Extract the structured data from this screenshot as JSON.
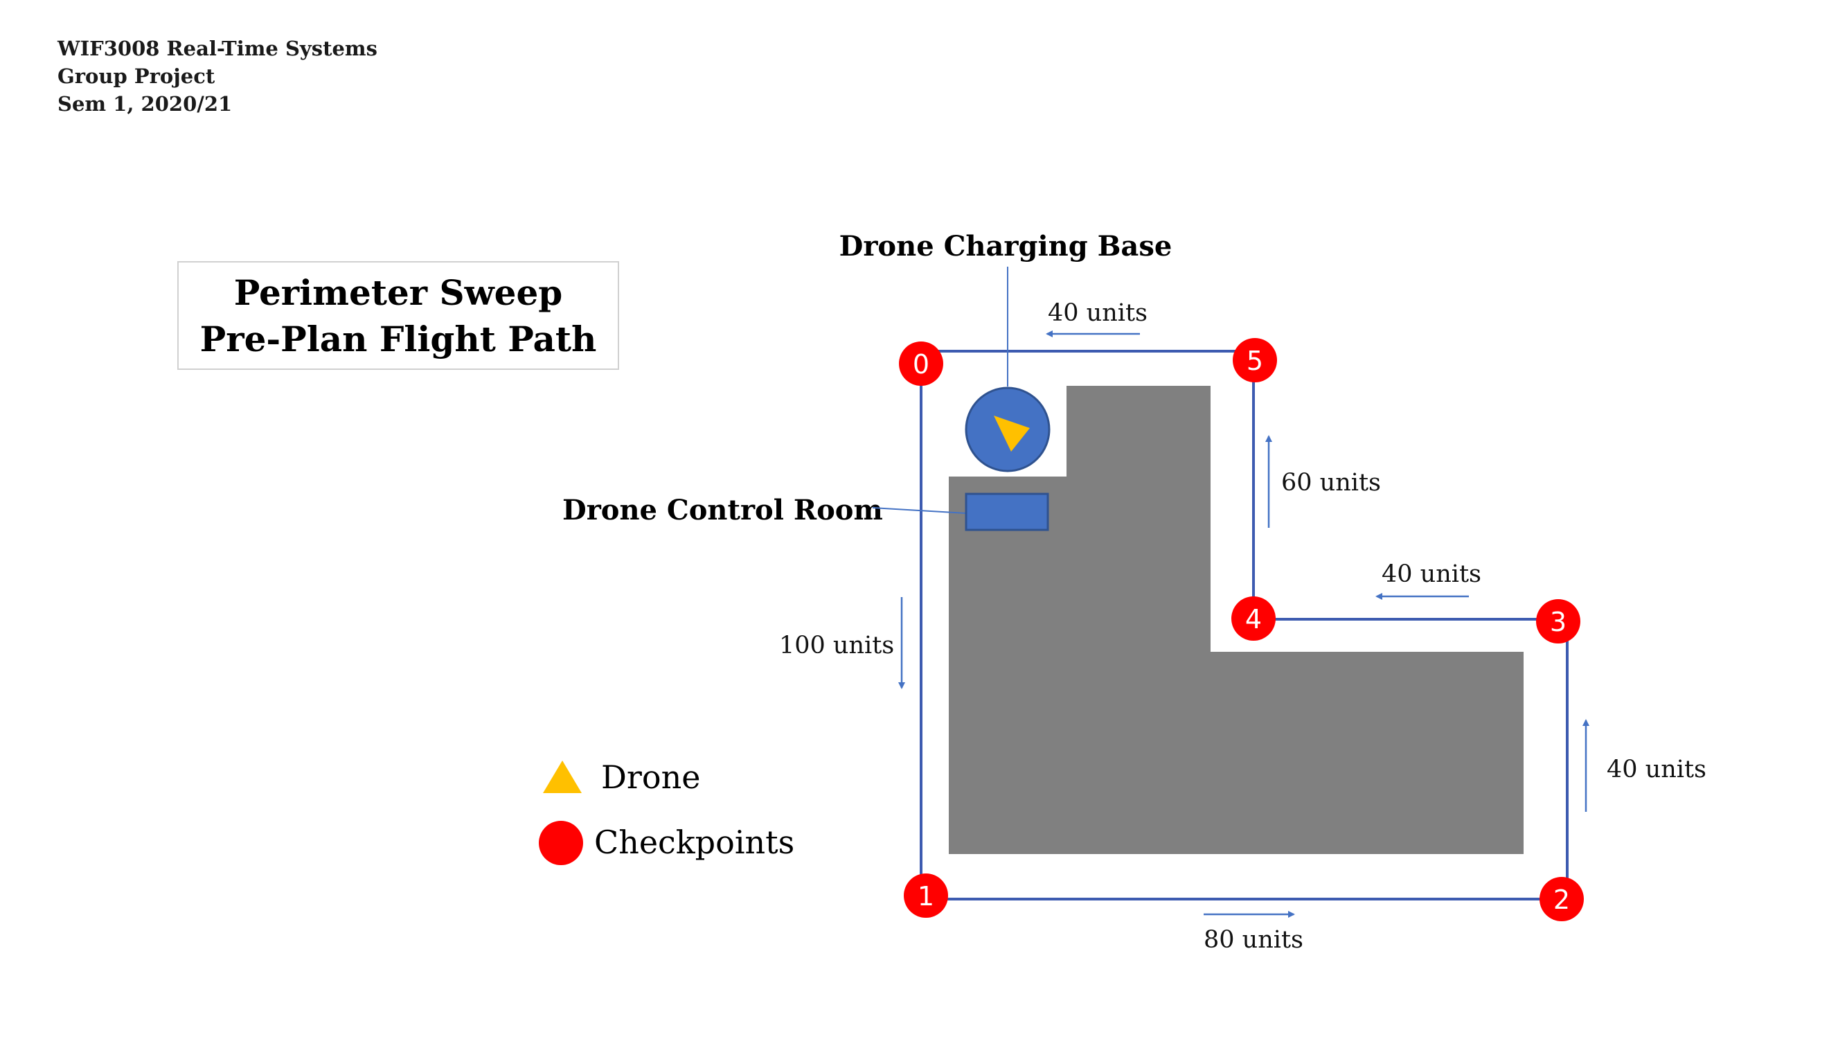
{
  "header": {
    "line1": "WIF3008 Real-Time Systems",
    "line2": "Group Project",
    "line3": "Sem 1, 2020/21"
  },
  "title_box": {
    "line1": "Perimeter Sweep",
    "line2": "Pre-Plan Flight Path"
  },
  "labels": {
    "charging_base": "Drone Charging Base",
    "control_room": "Drone Control Room"
  },
  "distances": {
    "seg_0_1": "100 units",
    "seg_1_2": "80 units",
    "seg_2_3": "40 units",
    "seg_3_4": "40 units",
    "seg_4_5": "60 units",
    "seg_5_0": "40 units"
  },
  "checkpoints": [
    "0",
    "1",
    "2",
    "3",
    "4",
    "5"
  ],
  "legend": {
    "drone": "Drone",
    "checkpoints": "Checkpoints"
  },
  "colors": {
    "path": "#3d5bb0",
    "checkpoint": "#ff0000",
    "drone": "#ffc000",
    "base": "#4472c4",
    "building": "#808080"
  }
}
